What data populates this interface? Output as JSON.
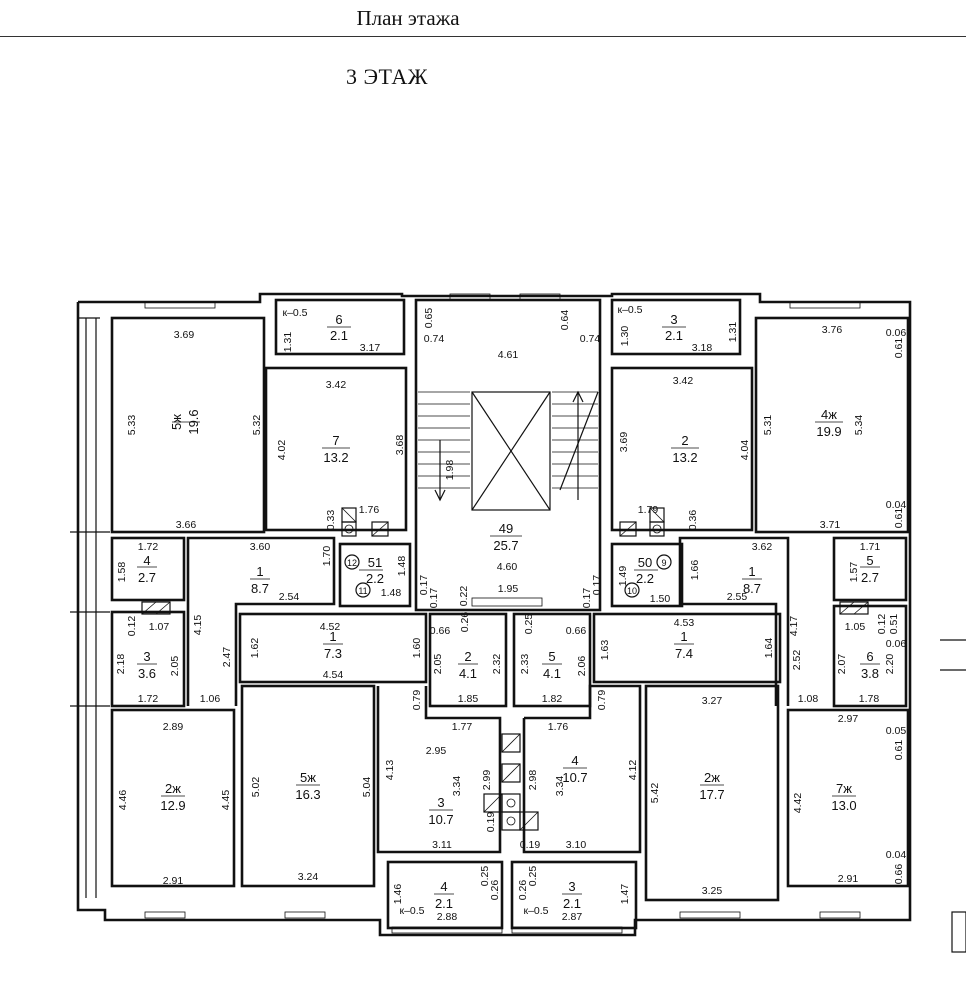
{
  "header": {
    "title": "План этажа"
  },
  "floor": {
    "title": "3 ЭТАЖ"
  },
  "rooms": [
    {
      "id": "r-left-5zh",
      "num": "5ж",
      "area": "19.6"
    },
    {
      "id": "r-left-6",
      "num": "6",
      "area": "2.1"
    },
    {
      "id": "r-left-7",
      "num": "7",
      "area": "13.2"
    },
    {
      "id": "r-left-4",
      "num": "4",
      "area": "2.7"
    },
    {
      "id": "r-left-1top",
      "num": "1",
      "area": "8.7"
    },
    {
      "id": "r-left-3",
      "num": "3",
      "area": "3.6"
    },
    {
      "id": "r-left-1",
      "num": "1",
      "area": "7.3"
    },
    {
      "id": "r-left-2",
      "num": "2",
      "area": "4.1"
    },
    {
      "id": "r-left-2zh",
      "num": "2ж",
      "area": "12.9"
    },
    {
      "id": "r-left-5zh-b",
      "num": "5ж",
      "area": "16.3"
    },
    {
      "id": "r-left-3b",
      "num": "3",
      "area": "10.7"
    },
    {
      "id": "r-left-4b",
      "num": "4",
      "area": "2.1"
    },
    {
      "id": "r-stair",
      "num": "49",
      "area": "25.7"
    },
    {
      "id": "r-hall-l",
      "num": "51",
      "area": "2.2"
    },
    {
      "id": "r-hall-r",
      "num": "50",
      "area": "2.2"
    },
    {
      "id": "r-right-5",
      "num": "5",
      "area": "4.1"
    },
    {
      "id": "r-right-4b",
      "num": "4",
      "area": "10.7"
    },
    {
      "id": "r-right-3b",
      "num": "3",
      "area": "2.1"
    },
    {
      "id": "r-right-3",
      "num": "3",
      "area": "2.1"
    },
    {
      "id": "r-right-2",
      "num": "2",
      "area": "13.2"
    },
    {
      "id": "r-right-4zh",
      "num": "4ж",
      "area": "19.9"
    },
    {
      "id": "r-right-1top",
      "num": "1",
      "area": "8.7"
    },
    {
      "id": "r-right-5s",
      "num": "5",
      "area": "2.7"
    },
    {
      "id": "r-right-1",
      "num": "1",
      "area": "7.4"
    },
    {
      "id": "r-right-6",
      "num": "6",
      "area": "3.8"
    },
    {
      "id": "r-right-2zh",
      "num": "2ж",
      "area": "17.7"
    },
    {
      "id": "r-right-7zh",
      "num": "7ж",
      "area": "13.0"
    }
  ],
  "dims": [
    "3.69",
    "5.33",
    "5.32",
    "3.66",
    "к–0.5",
    "1.31",
    "3.17",
    "3.42",
    "4.02",
    "3.68",
    "0.65",
    "0.74",
    "4.61",
    "0.64",
    "0.74",
    "1.98",
    "4.60",
    "к–0.5",
    "1.30",
    "1.31",
    "3.18",
    "3.42",
    "3.69",
    "4.04",
    "3.76",
    "0.06",
    "0.61",
    "5.31",
    "5.34",
    "0.04",
    "0.61",
    "3.71",
    "0.33",
    "1.76",
    "1.79",
    "0.36",
    "1.72",
    "1.58",
    "3.60",
    "1.70",
    "1.48",
    "1.48",
    "2.54",
    "0.17",
    "0.17",
    "0.22",
    "1.95",
    "0.17",
    "0.17",
    "1.49",
    "1.66",
    "1.50",
    "3.62",
    "2.55",
    "1.71",
    "1.57",
    "0.12",
    "1.07",
    "4.15",
    "2.18",
    "2.05",
    "2.47",
    "1.72",
    "1.06",
    "4.52",
    "1.62",
    "1.60",
    "4.54",
    "0.66",
    "0.26",
    "2.05",
    "2.32",
    "1.85",
    "0.25",
    "0.66",
    "2.33",
    "2.06",
    "1.82",
    "1.63",
    "4.53",
    "1.64",
    "1.05",
    "0.12",
    "0.51",
    "0.06",
    "4.17",
    "2.52",
    "2.07",
    "2.20",
    "1.08",
    "1.78",
    "2.89",
    "4.46",
    "4.45",
    "2.91",
    "5.02",
    "5.04",
    "3.24",
    "0.79",
    "1.77",
    "2.95",
    "4.13",
    "3.34",
    "2.99",
    "0.19",
    "3.11",
    "1.76",
    "0.79",
    "2.98",
    "3.34",
    "4.12",
    "0.19",
    "3.10",
    "3.27",
    "5.42",
    "3.25",
    "2.97",
    "0.05",
    "0.61",
    "4.42",
    "0.04",
    "0.66",
    "2.91",
    "1.46",
    "0.25",
    "0.26",
    "к–0.5",
    "2.88",
    "0.26",
    "0.25",
    "к–0.5",
    "2.87",
    "1.47"
  ],
  "markers": [
    "12",
    "11",
    "9",
    "10"
  ]
}
